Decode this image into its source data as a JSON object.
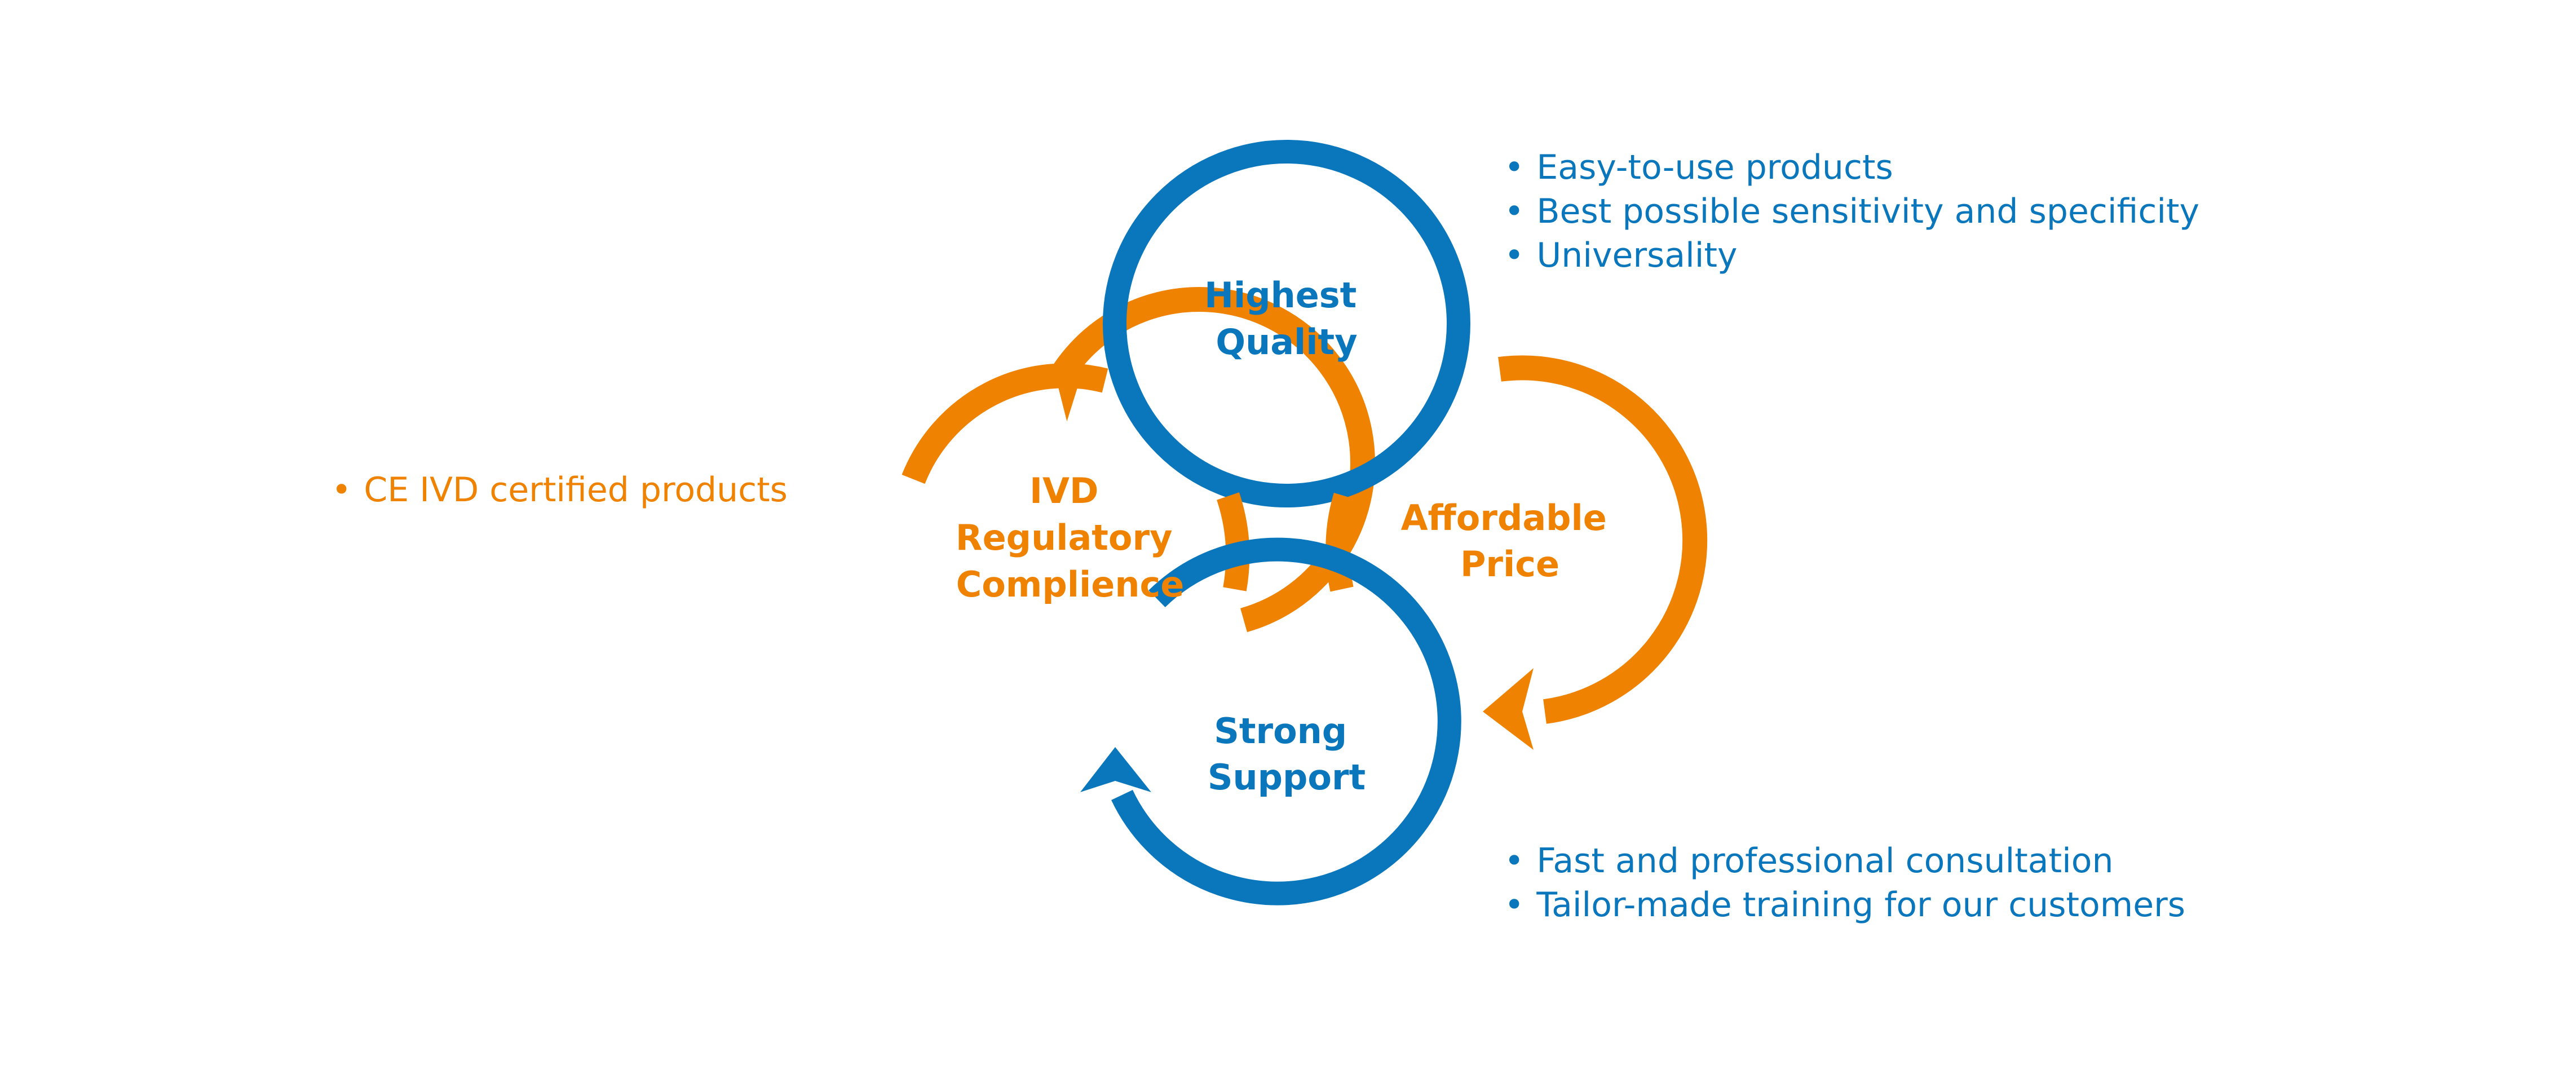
{
  "colors": {
    "primary": "#0A77BD",
    "accent": "#EF8200"
  },
  "nodes": {
    "quality": {
      "lines": [
        "Highest",
        "Quality"
      ]
    },
    "price": {
      "lines": [
        "Affordable",
        "Price"
      ]
    },
    "support": {
      "lines": [
        "Strong",
        "Support"
      ]
    },
    "compliance": {
      "lines": [
        "IVD",
        "Regulatory",
        "Complience"
      ]
    }
  },
  "bullets": {
    "quality": [
      "Easy-to-use products",
      "Best possible sensitivity and specificity",
      "Universality"
    ],
    "compliance": [
      "CE IVD certified products"
    ],
    "support": [
      "Fast and professional consultation",
      "Tailor-made training for our customers"
    ]
  }
}
